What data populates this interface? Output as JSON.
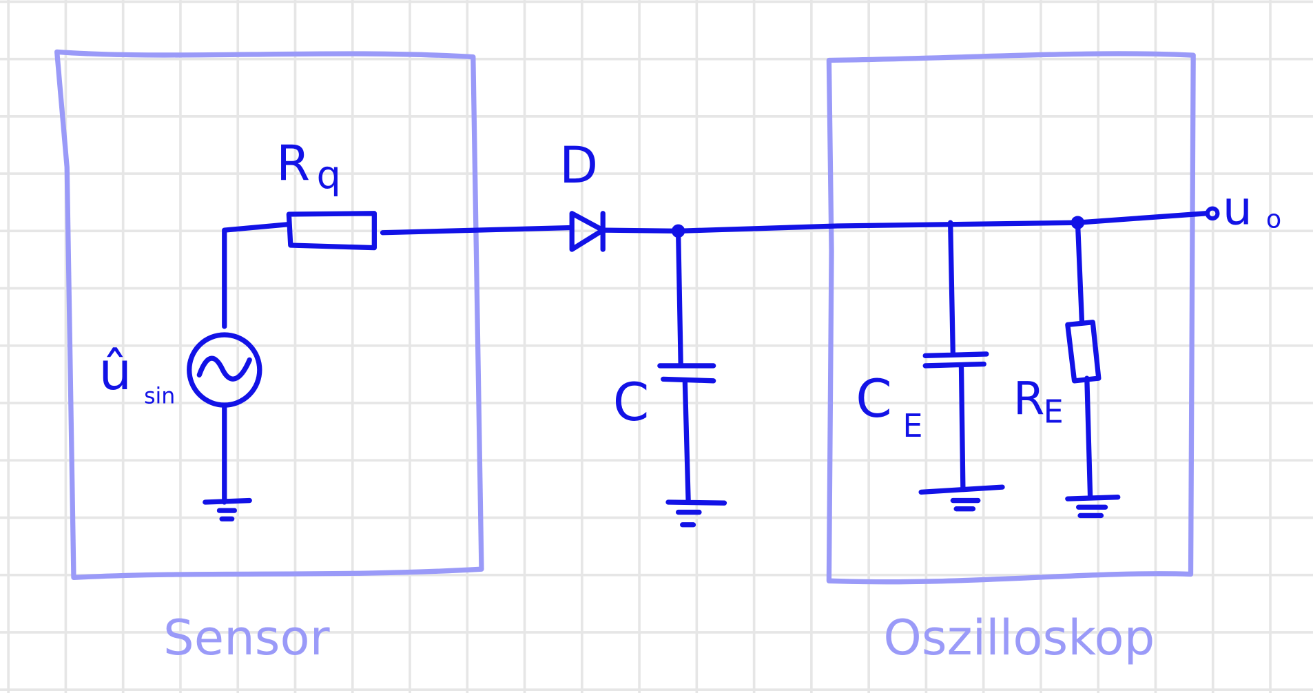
{
  "diagram": {
    "blocks": [
      {
        "caption": "Sensor"
      },
      {
        "caption": "Oszilloskop"
      }
    ],
    "components": {
      "source": {
        "symbol": "û",
        "sub": "sin"
      },
      "rq": {
        "symbol": "R",
        "sub": "q"
      },
      "diode": {
        "symbol": "D"
      },
      "c": {
        "symbol": "C"
      },
      "ce": {
        "symbol": "C",
        "sub": "E"
      },
      "re": {
        "symbol": "R",
        "sub": "E"
      },
      "output": {
        "symbol": "u",
        "sub": "o"
      }
    },
    "colors": {
      "wire": "#1212e6",
      "box": "#9a9af8",
      "grid": "#e6e6e6"
    }
  }
}
